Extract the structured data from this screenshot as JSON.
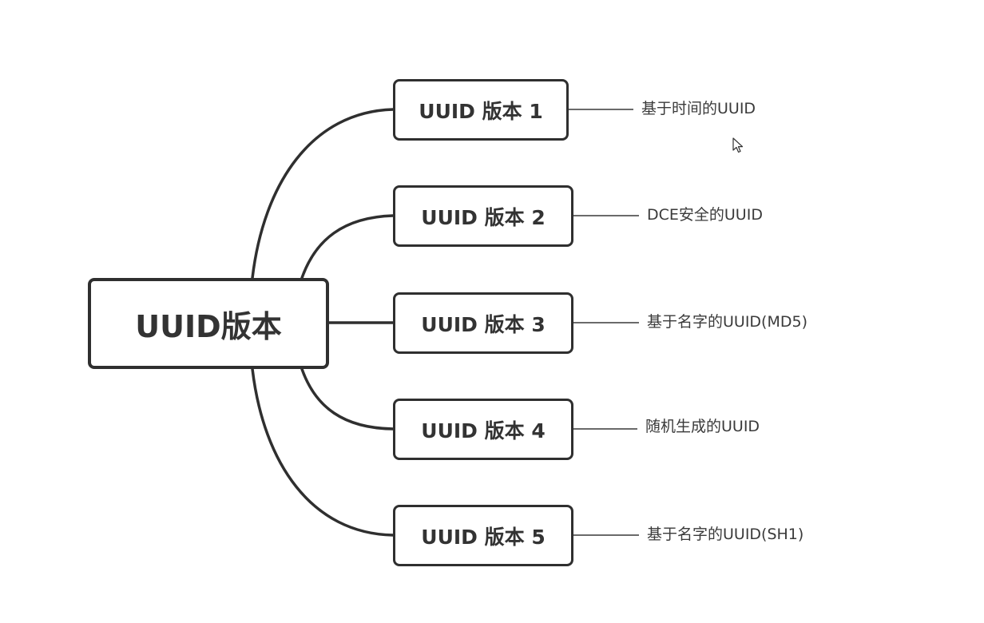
{
  "root": {
    "label": "UUID版本"
  },
  "branches": [
    {
      "label": "UUID 版本 1",
      "description": "基于时间的UUID"
    },
    {
      "label": "UUID 版本 2",
      "description": "DCE安全的UUID"
    },
    {
      "label": "UUID 版本 3",
      "description": "基于名字的UUID(MD5)"
    },
    {
      "label": "UUID 版本 4",
      "description": "随机生成的UUID"
    },
    {
      "label": "UUID 版本 5",
      "description": "基于名字的UUID(SH1)"
    }
  ],
  "colors": {
    "line": "#2f2f2f",
    "thin_line": "#555555",
    "text": "#333333"
  },
  "icons": {
    "cursor": "mouse-pointer-icon"
  }
}
